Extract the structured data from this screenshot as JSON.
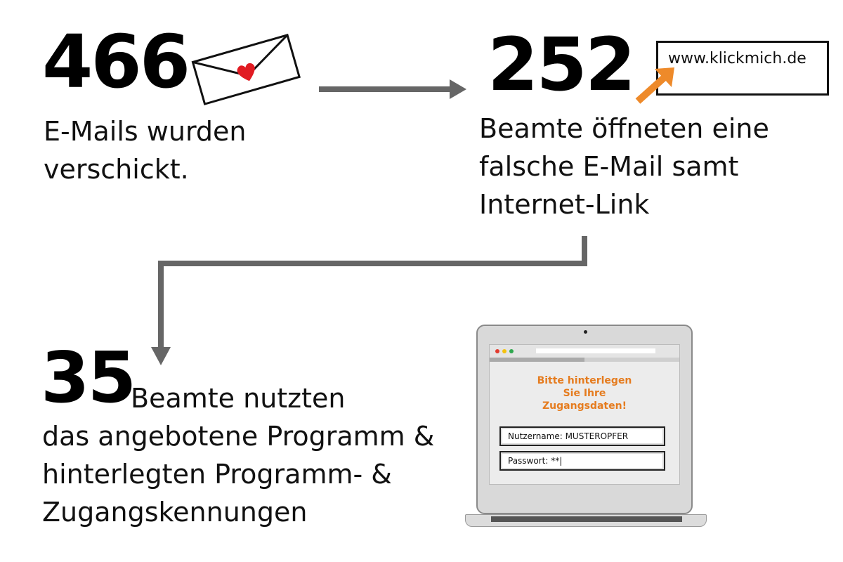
{
  "stats": [
    {
      "number": "466",
      "text": "E-Mails wurden verschickt."
    },
    {
      "number": "252",
      "text": "Beamte öffneten eine falsche E-Mail samt Internet-Link"
    },
    {
      "number": "35",
      "text_line1": "Beamte nutzten",
      "text_rest": "das angebotene Programm & hinterlegten Programm- & Zugangskennungen"
    }
  ],
  "url_box": {
    "url": "www.klickmich.de"
  },
  "laptop": {
    "prompt": "Bitte hinterlegen Sie Ihre Zugangsdaten!",
    "username_field": "Nutzername:  MUSTEROPFER",
    "password_field": "Passwort: **|"
  },
  "colors": {
    "arrow": "#666666",
    "accent_orange": "#ee8a2a",
    "heart": "#e11b22",
    "browser_dots": [
      "#e23b2e",
      "#f4c20d",
      "#2fa84f"
    ]
  },
  "icons": [
    "envelope-icon",
    "heart-icon",
    "cursor-arrow-icon",
    "laptop-icon"
  ]
}
